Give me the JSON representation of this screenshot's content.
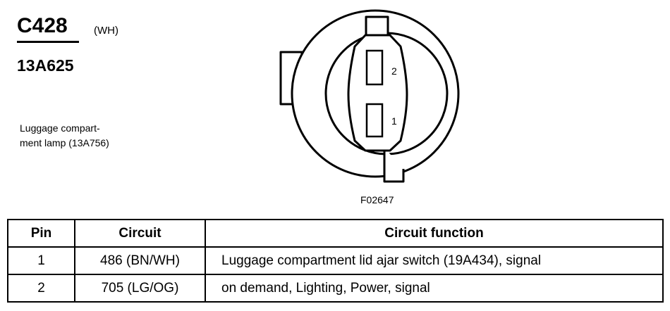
{
  "connector": {
    "id": "C428",
    "color_code": "(WH)",
    "part_number": "13A625",
    "description": "Luggage compart-\nment lamp (13A756)",
    "figure_code": "F02647",
    "pin_labels": [
      "2",
      "1"
    ]
  },
  "table": {
    "headers": [
      "Pin",
      "Circuit",
      "Circuit function"
    ],
    "rows": [
      {
        "pin": "1",
        "circuit": "486 (BN/WH)",
        "function": "Luggage compartment lid ajar switch (19A434), signal"
      },
      {
        "pin": "2",
        "circuit": "705 (LG/OG)",
        "function": "on demand, Lighting, Power, signal"
      }
    ]
  }
}
